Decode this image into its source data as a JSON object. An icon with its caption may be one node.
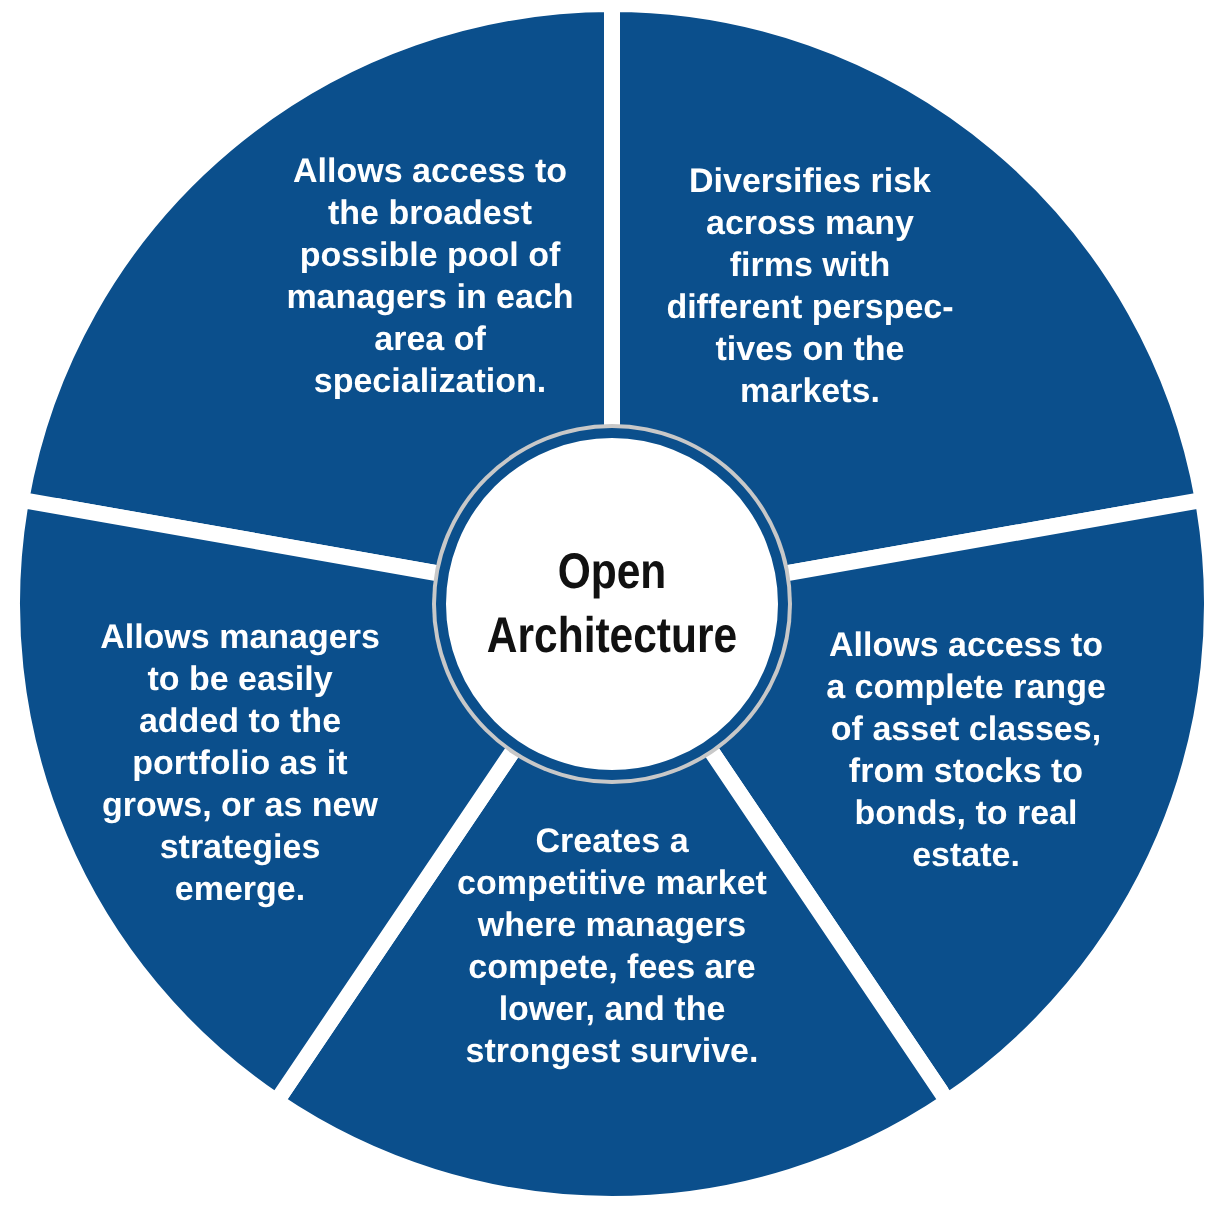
{
  "diagram": {
    "nodes": [
      {
        "text": [
          "Open Architecture"
        ]
      },
      {
        "text": [
          "Allows access to the broadest possible pool of managers in each area of specialization."
        ]
      },
      {
        "text": [
          "Diversifies risk across many firms with different perspec-tives on the markets."
        ]
      },
      {
        "text": [
          "Allows access to a complete range of asset classes, from stocks to bonds, to real estate."
        ]
      },
      {
        "text": [
          "Creates a competitive market where managers compete, fees are lower, and the strongest survive."
        ]
      },
      {
        "text": [
          "Allows managers to be easily added to the portfolio as it grows, or as new strategies emerge."
        ]
      }
    ],
    "edges": []
  }
}
